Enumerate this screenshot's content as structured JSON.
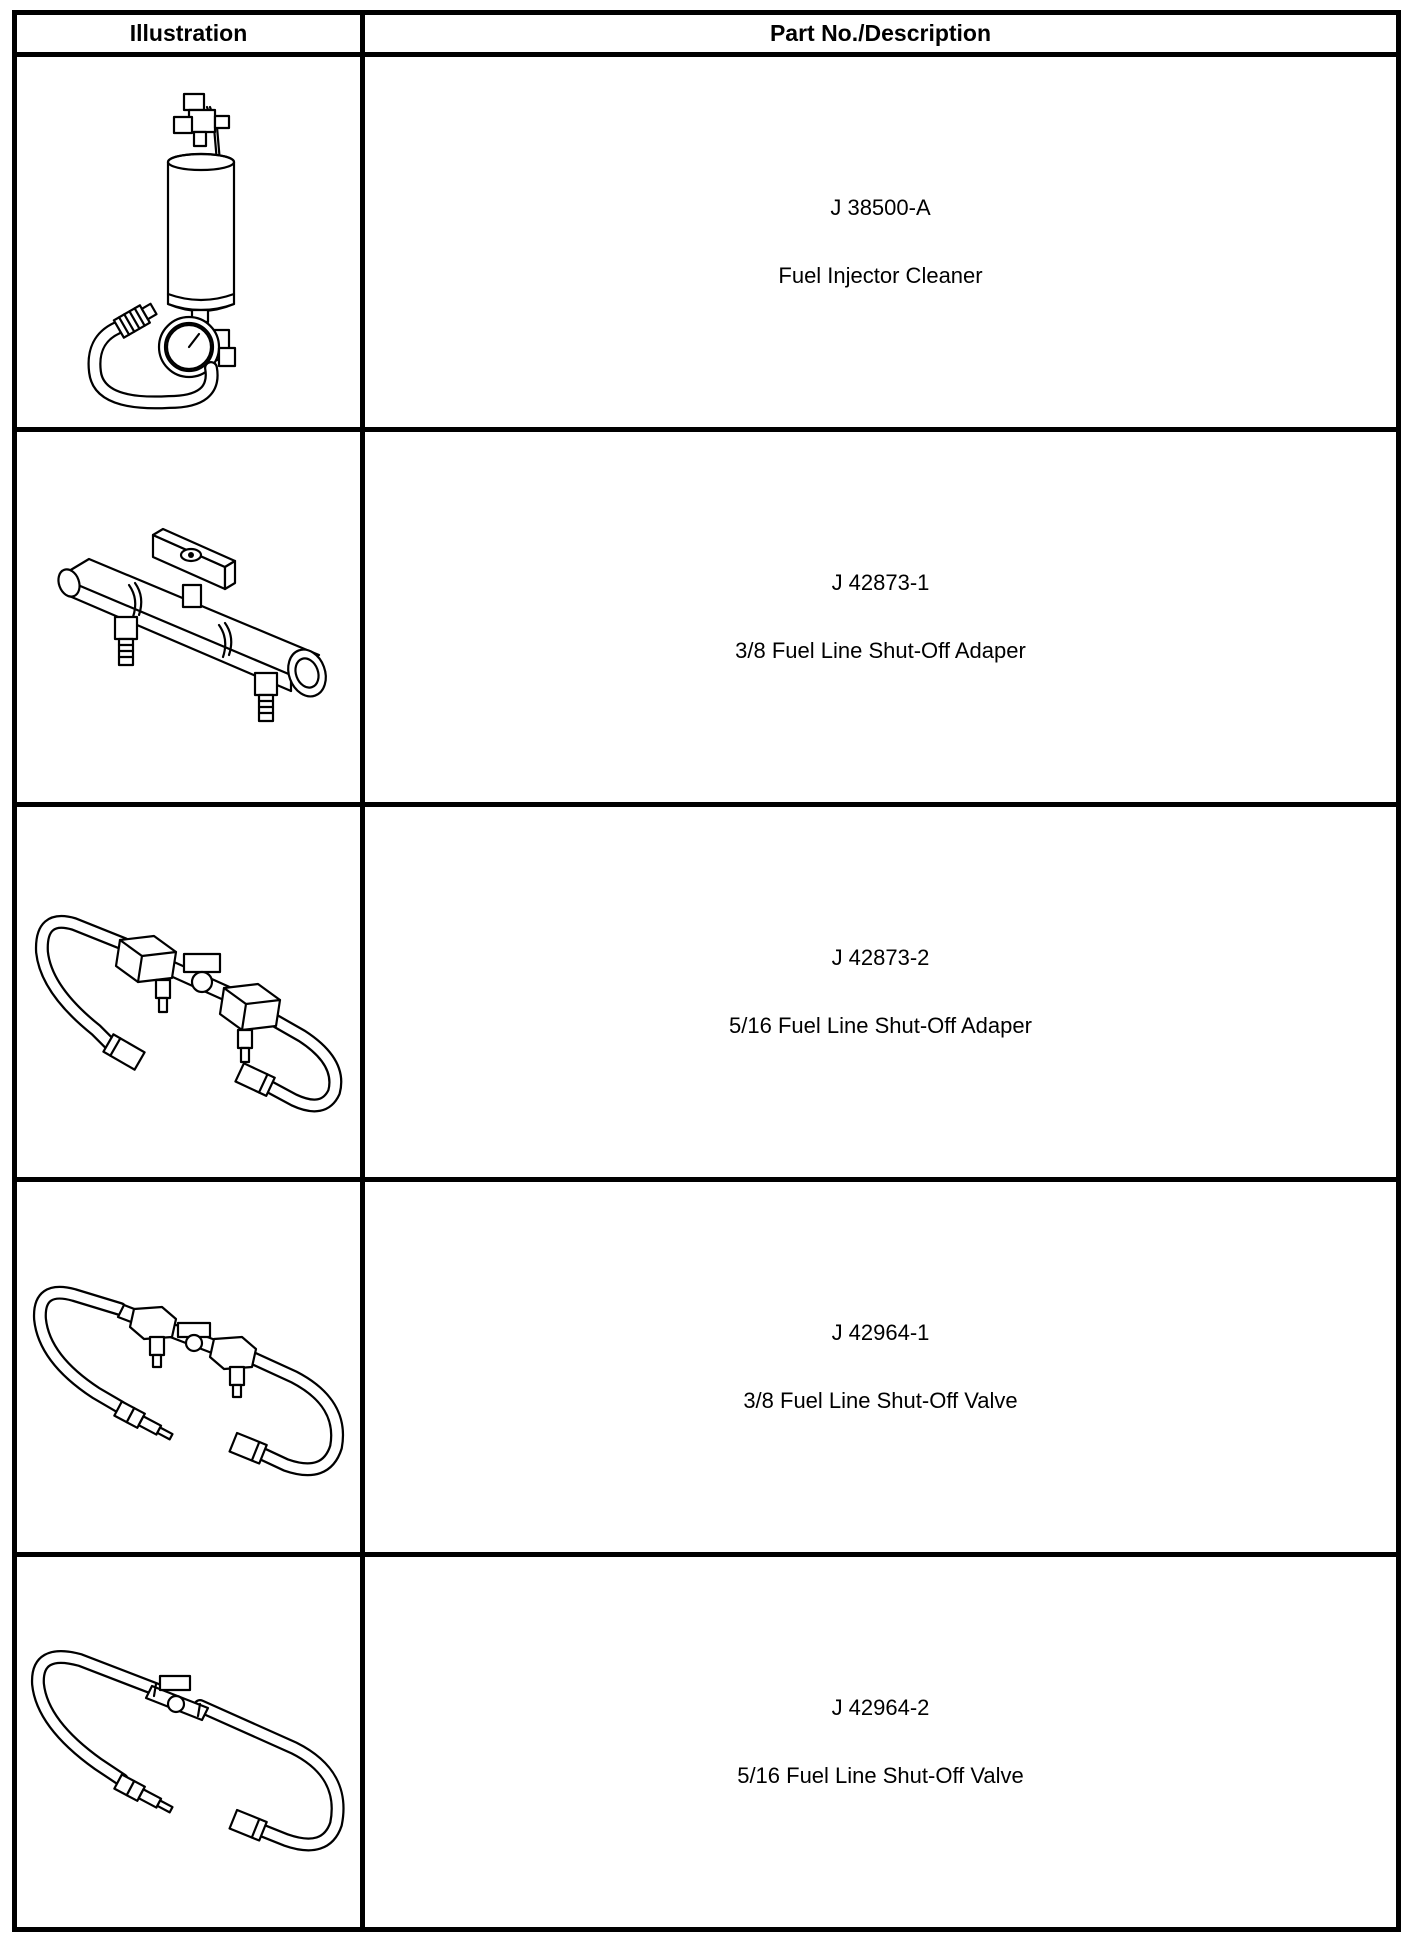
{
  "table": {
    "headers": {
      "illustration": "Illustration",
      "description": "Part No./Description"
    },
    "rows": [
      {
        "part_no": "J 38500-A",
        "description": "Fuel Injector Cleaner",
        "illustration_icon": "fuel-injector-cleaner-illustration"
      },
      {
        "part_no": "J 42873-1",
        "description": "3/8 Fuel Line Shut-Off Adaper",
        "illustration_icon": "shut-off-adapter-illustration"
      },
      {
        "part_no": "J 42873-2",
        "description": "5/16 Fuel Line Shut-Off Adaper",
        "illustration_icon": "shut-off-adapter-hose-illustration"
      },
      {
        "part_no": "J 42964-1",
        "description": "3/8 Fuel Line Shut-Off Valve",
        "illustration_icon": "shut-off-valve-hose-illustration"
      },
      {
        "part_no": "J 42964-2",
        "description": "5/16 Fuel Line Shut-Off Valve",
        "illustration_icon": "shut-off-valve-long-hose-illustration"
      }
    ]
  }
}
